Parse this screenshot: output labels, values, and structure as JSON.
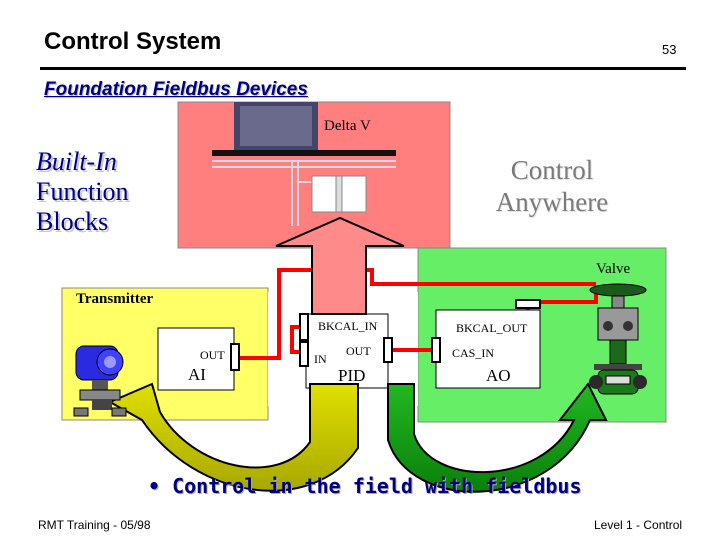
{
  "header": {
    "title": "Control System",
    "page_number": "53",
    "subtitle": "Foundation Fieldbus Devices"
  },
  "left_caption": {
    "line1": "Built-In",
    "line2": "Function",
    "line3": "Blocks"
  },
  "right_caption": {
    "line1": "Control",
    "line2": "Anywhere"
  },
  "diagram": {
    "deltav_label": "Delta V",
    "valve_label": "Valve",
    "transmitter_label": "Transmitter",
    "ai_block": {
      "name": "AI",
      "out": "OUT"
    },
    "pid_block": {
      "name": "PID",
      "bkcal_in": "BKCAL_IN",
      "in": "IN",
      "out": "OUT"
    },
    "ao_block": {
      "name": "AO",
      "bkcal_out": "BKCAL_OUT",
      "cas_in": "CAS_IN"
    },
    "colors": {
      "deltav_bg": "#ff7f7f",
      "transmitter_bg": "#ffff66",
      "valve_bg": "#66ee66",
      "link": "#ff0000",
      "arrow_left": "#c8c800",
      "arrow_right": "#10a010"
    }
  },
  "bullet": "Control in the field with fieldbus",
  "footer": {
    "left": "RMT Training - 05/98",
    "right": "Level 1 - Control"
  }
}
